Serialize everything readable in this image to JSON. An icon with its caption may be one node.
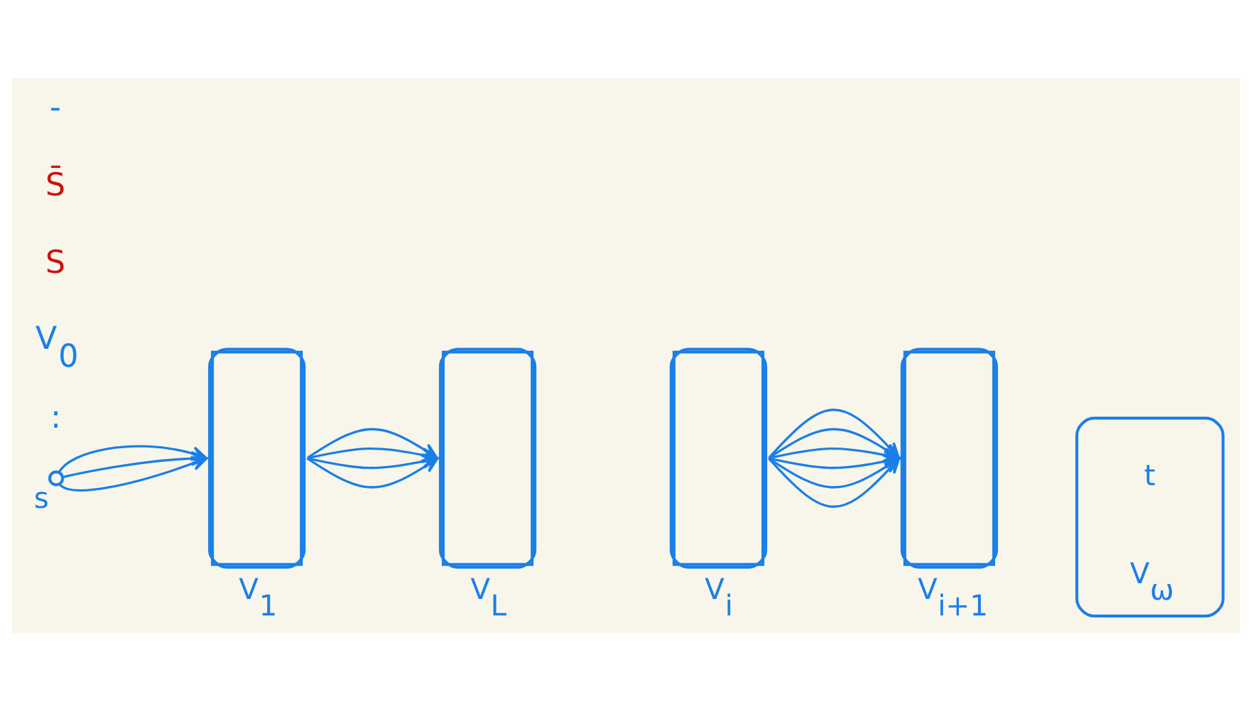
{
  "diagram": {
    "nodes": [
      {
        "text": [
          "s"
        ]
      },
      {
        "text": [
          "V$_{1}$"
        ]
      },
      {
        "text": [
          "V$_{L}$"
        ]
      },
      {
        "text": [
          "V$_{i}$"
        ]
      },
      {
        "text": [
          "V$_{i+1}$"
        ]
      },
      {
        "text": [
          "V$_{ω}$"
        ]
      },
      {
        "text": [
          "t"
        ],
        "in": 5
      }
    ],
    "edges": [
      {
        "from": 0,
        "to": 1,
        "arrow": "to"
      },
      {
        "from": 0,
        "to": 1,
        "arrow": "to"
      },
      {
        "from": 0,
        "to": 1,
        "arrow": "to"
      },
      {
        "from": 1,
        "to": 2,
        "arrow": "to"
      },
      {
        "from": 1,
        "to": 2,
        "arrow": "to"
      },
      {
        "from": 1,
        "to": 2,
        "arrow": "to"
      },
      {
        "from": 1,
        "to": 2,
        "arrow": "to"
      },
      {
        "from": 3,
        "to": 4,
        "arrow": "to"
      },
      {
        "from": 3,
        "to": 4,
        "arrow": "to"
      },
      {
        "from": 3,
        "to": 4,
        "arrow": "to"
      },
      {
        "from": 3,
        "to": 4,
        "arrow": "to"
      },
      {
        "from": 3,
        "to": 4,
        "arrow": "to"
      },
      {
        "from": 3,
        "to": 4,
        "arrow": "to"
      }
    ],
    "labels": [
      ":",
      "V$_{0}$",
      "S",
      "S̄",
      "-"
    ]
  }
}
